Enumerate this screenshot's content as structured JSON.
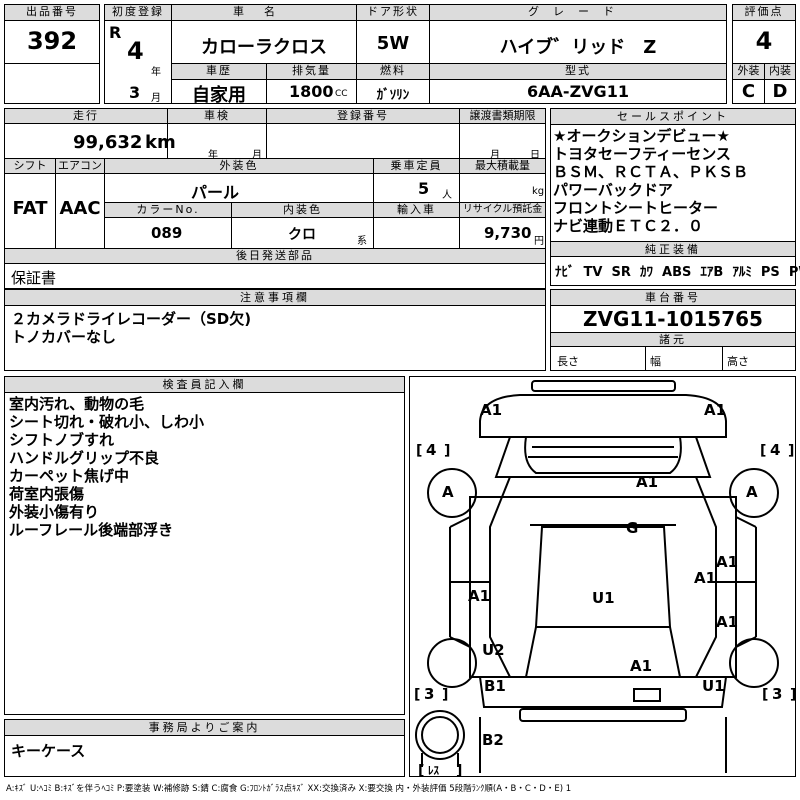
{
  "header": {
    "lot_no_label": "出品番号",
    "lot_no": "392",
    "first_reg_label": "初度登録",
    "era": "R",
    "reg_year": "4",
    "year_unit": "年",
    "reg_month": "3",
    "month_unit": "月",
    "model_label": "車名",
    "model": "カローラクロス",
    "door_label": "ドア形状",
    "door": "5W",
    "grade_label": "グレード",
    "grade": "ハイブ゛リッド　Z",
    "score_label": "評価点",
    "score": "4",
    "history_label": "車歴",
    "history": "自家用",
    "displacement_label": "排気量",
    "displacement": "1800",
    "displacement_unit": "CC",
    "fuel_label": "燃料",
    "fuel": "ｶﾞｿﾘﾝ",
    "type_label": "型式",
    "type": "6AA-ZVG11",
    "exterior_label": "外装",
    "exterior": "C",
    "interior_label": "内装",
    "interior": "D"
  },
  "row2": {
    "mileage_label": "走行",
    "mileage": "99,632",
    "mileage_unit": "km",
    "inspection_label": "車検",
    "insp_year_unit": "年",
    "insp_month_unit": "月",
    "reg_no_label": "登録番号",
    "transfer_label": "譲渡書類期限",
    "transfer_month_unit": "月",
    "transfer_day_unit": "日",
    "shift_label": "シフト",
    "shift": "FAT",
    "ac_label": "エアコン",
    "ac": "AAC",
    "color_label": "外装色",
    "color": "パール",
    "capacity_label": "乗車定員",
    "capacity": "5",
    "capacity_unit": "人",
    "load_label": "最大積載量",
    "load_unit": "kg",
    "color_no_label": "カラーNo.",
    "color_no": "089",
    "int_color_label": "内装色",
    "int_color": "クロ",
    "int_color_unit": "系",
    "import_label": "輸入車",
    "recycle_label": "リサイクル預託金",
    "recycle": "9,730",
    "recycle_unit": "円",
    "later_parts_label": "後日発送部品",
    "later_parts": "保証書"
  },
  "sales": {
    "title": "セールスポイント",
    "lines": [
      "★オークションデビュー★",
      "トヨタセーフティーセンス",
      "ＢＳＭ、ＲＣＴＡ、ＰＫＳＢ",
      "パワーバックドア",
      "フロントシートヒーター",
      "ナビ連動ＥＴＣ２．０"
    ],
    "equip_title": "純正装備",
    "equip": "ﾅﾋﾞ  TV  SR  ｶﾜ  ABS  ｴｱB  ｱﾙﾐ  PS  PW"
  },
  "notes": {
    "title": "注意事項欄",
    "lines": [
      "２カメラドライレコーダー（SD欠)",
      "トノカバーなし"
    ]
  },
  "chassis": {
    "title": "車台番号",
    "number": "ZVG11-1015765",
    "dims_title": "諸元",
    "length_label": "長さ",
    "width_label": "幅",
    "height_label": "高さ"
  },
  "inspector": {
    "title": "検査員記入欄",
    "lines": [
      "室内汚れ、動物の毛",
      "シート切れ・破れ小、しわ小",
      "シフトノブすれ",
      "ハンドルグリップ不良",
      "カーペット焦げ中",
      "荷室内張傷",
      "外装小傷有り",
      "ルーフレール後端部浮き"
    ]
  },
  "office": {
    "title": "事務局よりご案内",
    "text": "キーケース"
  },
  "diagram": {
    "tire_front_left": "4",
    "tire_front_right": "4",
    "tire_rear_left": "3",
    "tire_rear_right": "3",
    "spare": "ﾚｽ",
    "marks": [
      "A1",
      "A1",
      "A",
      "A",
      "A1",
      "G",
      "A1",
      "A1",
      "A1",
      "A1",
      "U1",
      "U2",
      "A1",
      "B1",
      "U1",
      "B2"
    ]
  },
  "legend": "A:ｷｽﾞ U:ﾍｺﾐ B:ｷｽﾞを伴うﾍｺﾐ P:要塗装 W:補修跡 S:錆 C:腐食 G:ﾌﾛﾝﾄｶﾞﾗｽ点ｷｽﾞ XX:交換済み X:要交換  内・外装評価  5段階ﾗﾝｸ順(A・B・C・D・E) 1"
}
